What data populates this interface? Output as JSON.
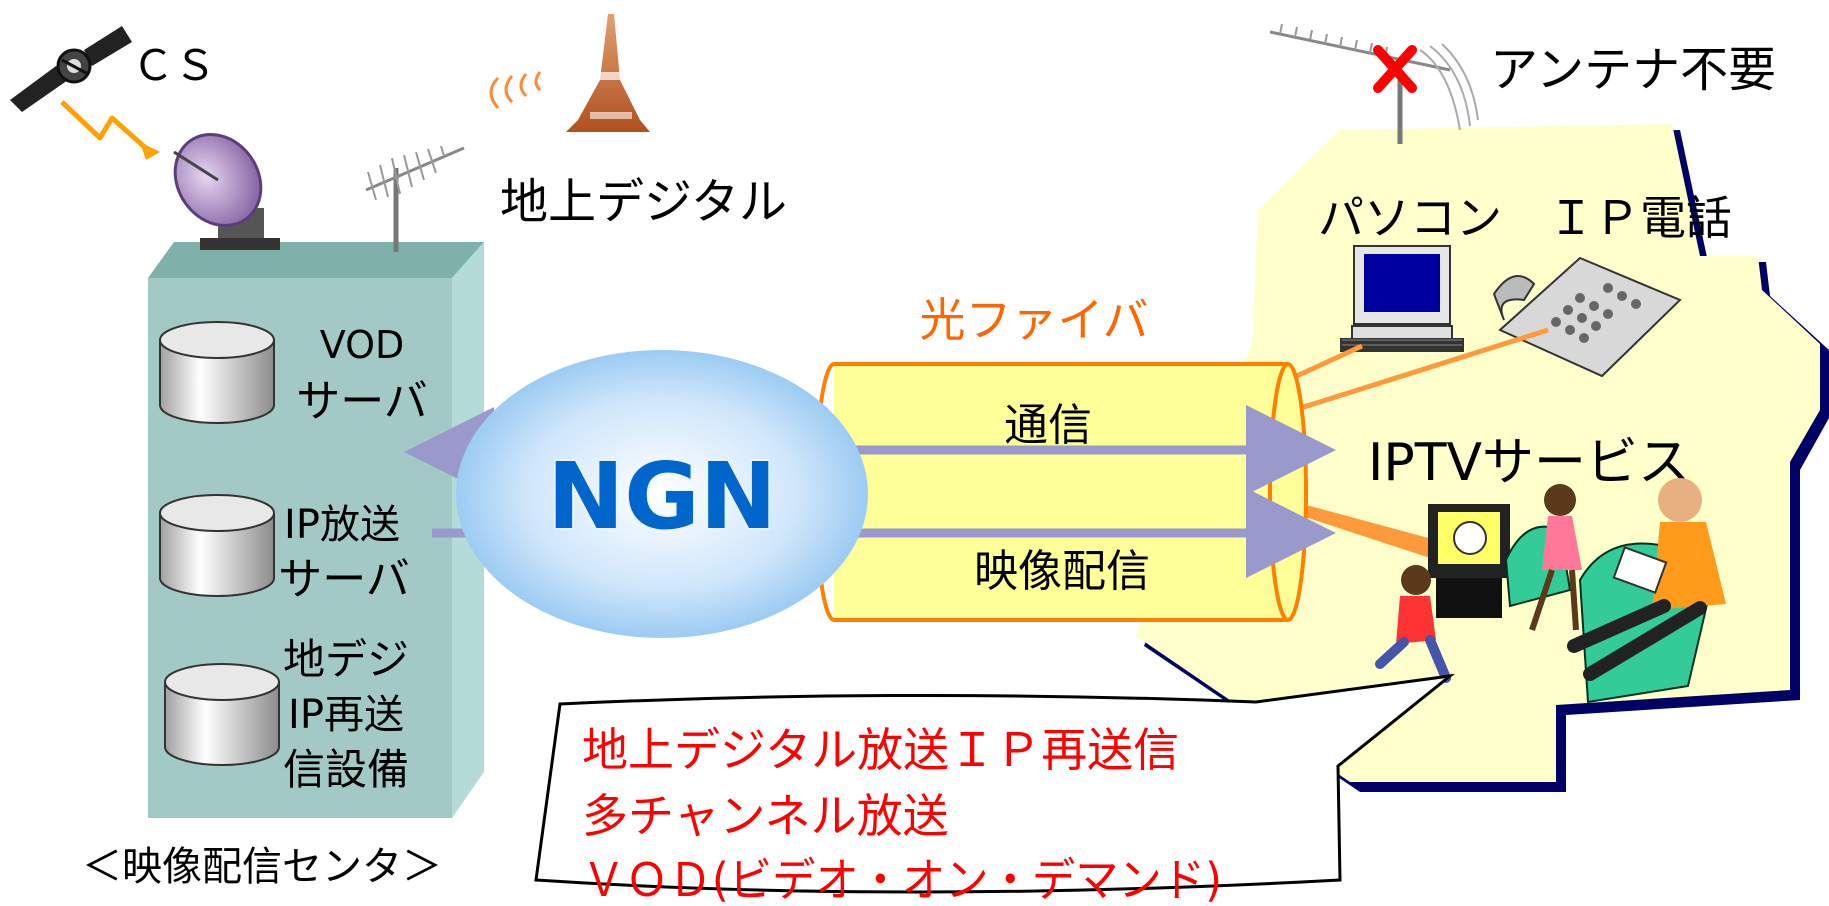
{
  "labels": {
    "cs": "ＣＳ",
    "terrestrial_digital": "地上デジタル",
    "no_antenna": "アンテナ不要",
    "pc": "パソコン",
    "ip_phone": "ＩＰ電話",
    "fiber": "光ファイバ",
    "network": "NGN",
    "communication": "通信",
    "video_delivery": "映像配信",
    "iptv_service": "IPTVサービス",
    "center_caption": "＜映像配信センタ＞"
  },
  "center": {
    "servers": [
      {
        "lines": [
          "VOD",
          "サーバ"
        ]
      },
      {
        "lines": [
          "IP放送",
          "サーバ"
        ]
      },
      {
        "lines": [
          "地デジ",
          "IP再送",
          "信設備"
        ]
      }
    ]
  },
  "callout": {
    "lines": [
      "地上デジタル放送ＩＰ再送信",
      "多チャンネル放送",
      "ＶＯＤ(ビデオ・オン・デマンド)"
    ]
  },
  "colors": {
    "center_fill": "#a3c9c7",
    "house_fill": "#ffffcc",
    "fiber_fill": "#ffff99",
    "fiber_stroke": "#ff8000",
    "flow_arrow": "#9999cc",
    "network_text": "#0066cc",
    "callout_text": "#ff0000",
    "fiber_label": "#ff6600"
  }
}
